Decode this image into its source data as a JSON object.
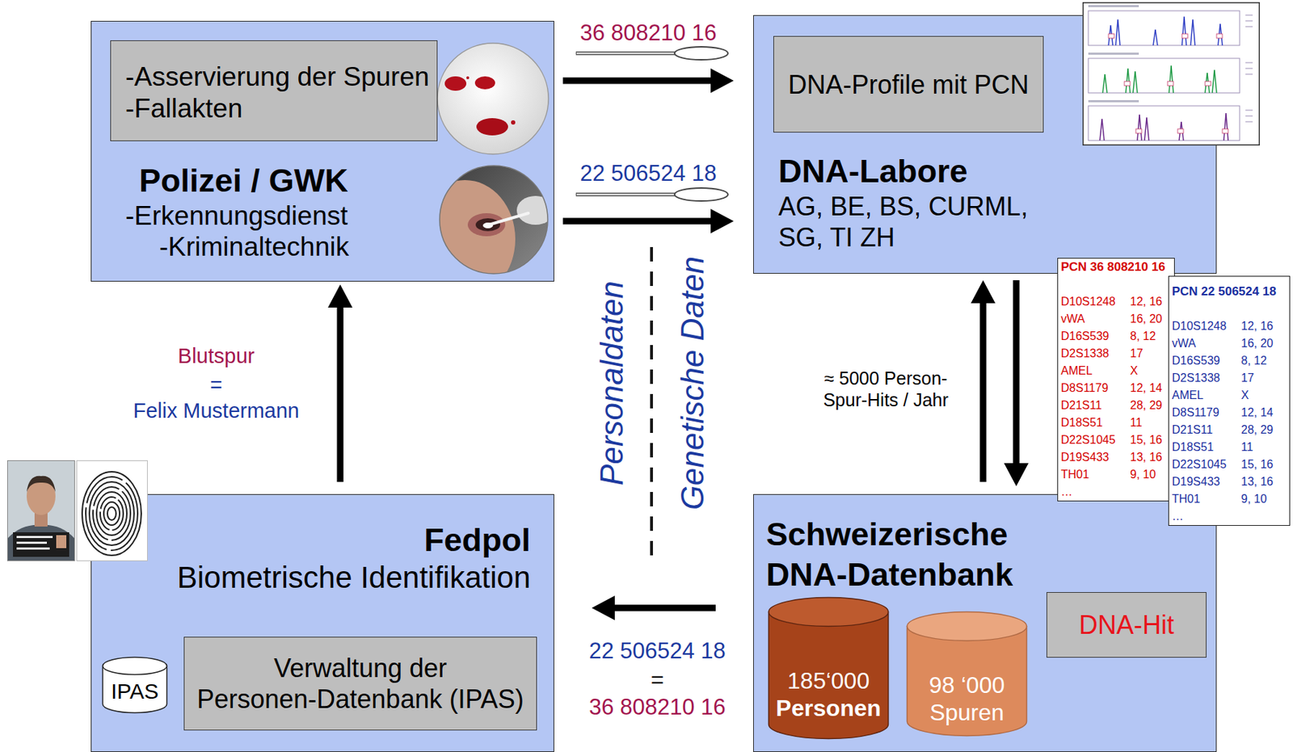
{
  "diagram": {
    "nodes": [
      {
        "text": [
          "Polizei / GWK",
          "-Erkennungsdienst",
          "-Kriminaltechnik"
        ]
      },
      {
        "text": [
          "-Asservierung der Spuren",
          "-Fallakten"
        ],
        "in": 0
      },
      {
        "text": [
          "DNA-Labore",
          "AG, BE, BS, CURML, SG, TI ZH"
        ]
      },
      {
        "text": [
          "DNA-Profile mit PCN"
        ],
        "in": 2
      },
      {
        "text": [
          "PCN 36 808210 16",
          "D10S1248",
          "12, 16",
          "vWA",
          "16, 20",
          "D16S539",
          "8, 12",
          "D2S1338",
          "17",
          "AMEL",
          "X",
          "D8S1179",
          "12, 14",
          "D21S11",
          "28, 29",
          "D18S51",
          "11",
          "D22S1045",
          "15, 16",
          "D19S433",
          "13, 16",
          "TH01",
          "9, 10",
          "…"
        ]
      },
      {
        "text": [
          "PCN 22 506524 18",
          "D10S1248",
          "12, 16",
          "vWA",
          "16, 20",
          "D16S539",
          "8, 12",
          "D2S1338",
          "17",
          "AMEL",
          "X",
          "D8S1179",
          "12, 14",
          "D21S11",
          "28, 29",
          "D18S51",
          "11",
          "D22S1045",
          "15, 16",
          "D19S433",
          "13, 16",
          "TH01",
          "9, 10",
          "…"
        ]
      },
      {
        "text": [
          "Fedpol",
          "Biometrische Identifikation"
        ]
      },
      {
        "text": [
          "IPAS"
        ],
        "in": 6
      },
      {
        "text": [
          "Verwaltung der Personen-Datenbank (IPAS)"
        ],
        "in": 6
      },
      {
        "text": [
          "Schweizerische DNA-Datenbank"
        ]
      },
      {
        "text": [
          "185‘000",
          "Personen"
        ],
        "in": 9
      },
      {
        "text": [
          "98 ‘000",
          "Spuren"
        ],
        "in": 9
      },
      {
        "text": [
          "DNA-Hit"
        ],
        "in": 9
      }
    ],
    "edges": [
      {
        "from": 0,
        "to": 2,
        "arrow": "to",
        "label": "36 808210 16"
      },
      {
        "from": 0,
        "to": 2,
        "arrow": "to",
        "label": "22 506524 18"
      },
      {
        "from": 2,
        "to": 9,
        "arrow": "to"
      },
      {
        "from": 9,
        "to": 2,
        "arrow": "to"
      },
      {
        "from": 9,
        "to": 6,
        "arrow": "to"
      },
      {
        "from": 6,
        "to": 0,
        "arrow": "to"
      }
    ],
    "labels": [
      "Blutspur",
      "=",
      "Felix Mustermann",
      "Personaldaten",
      "Genetische Daten",
      "≈ 5000 Person- Spur-Hits / Jahr",
      "22 506524 18",
      "=",
      "36 808210 16"
    ]
  }
}
